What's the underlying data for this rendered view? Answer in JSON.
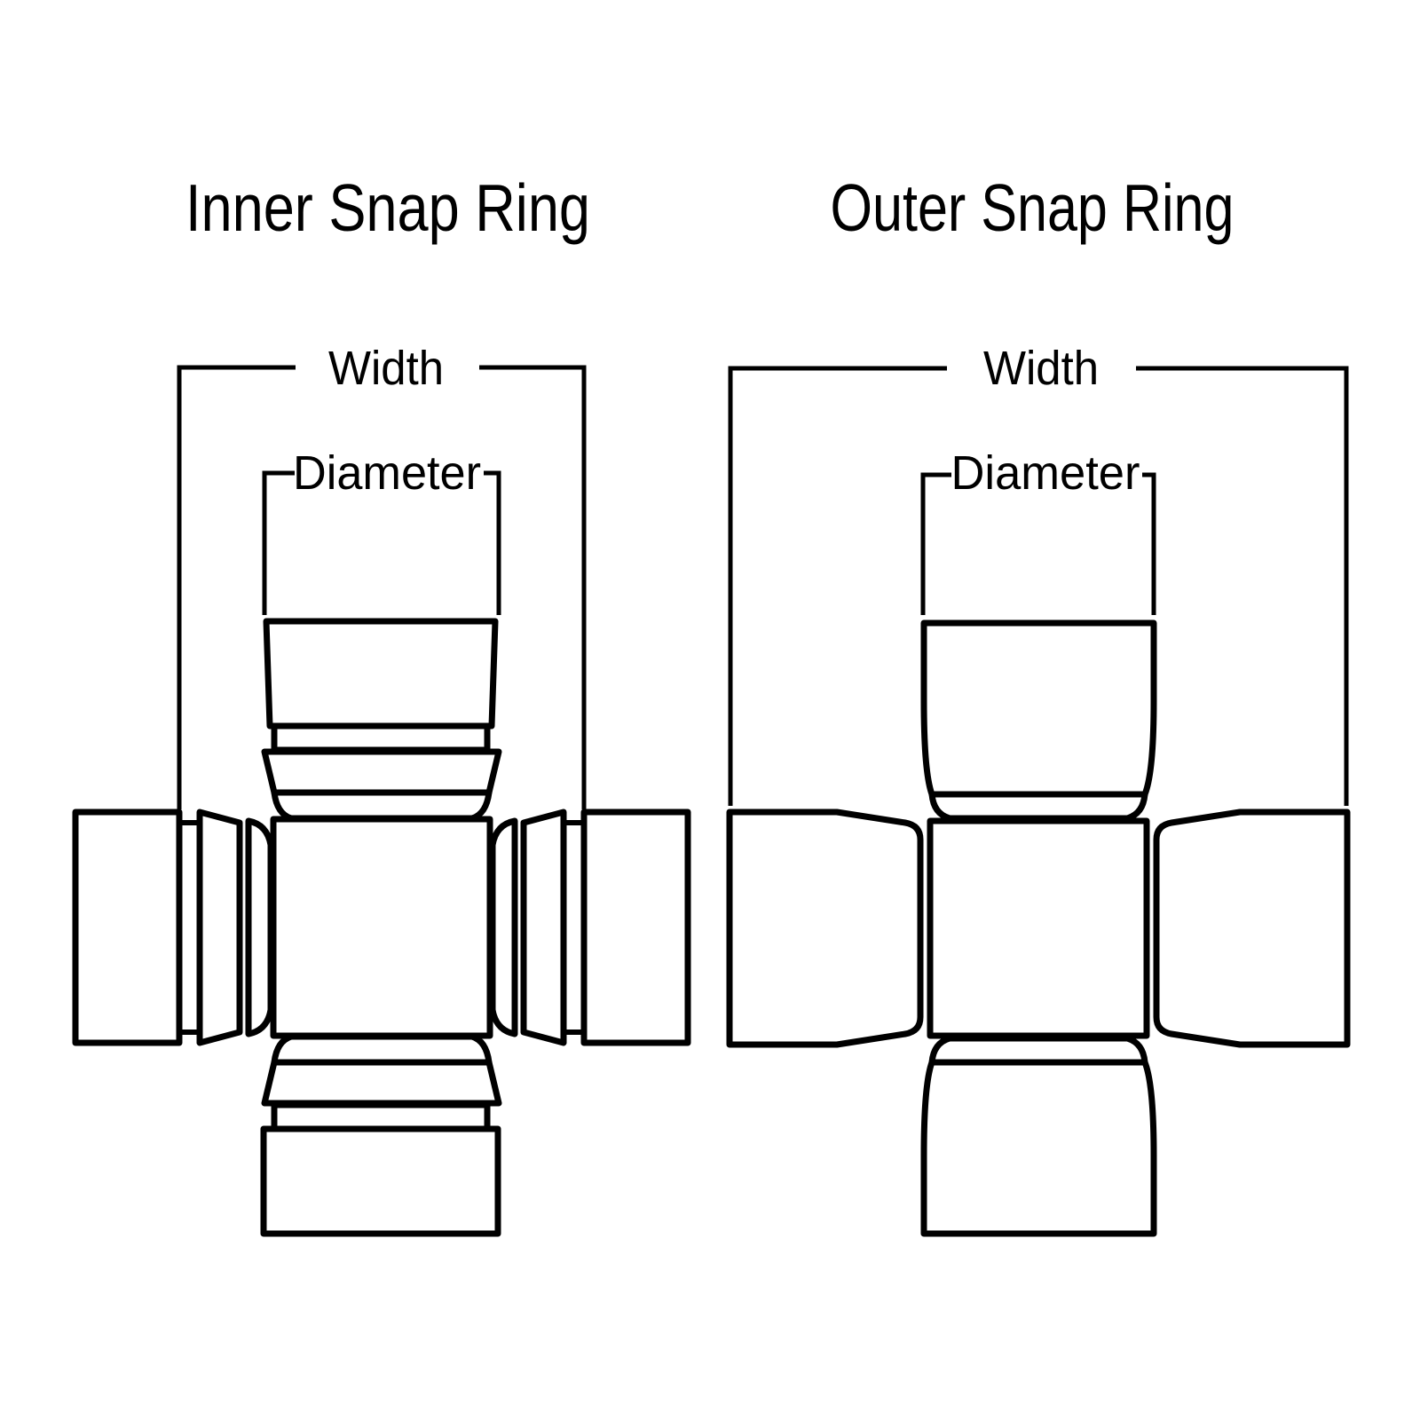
{
  "page": {
    "background_color": "#ffffff",
    "line_color": "#000000"
  },
  "diagrams": {
    "inner": {
      "title": "Inner Snap Ring",
      "labels": {
        "width": "Width",
        "diameter": "Diameter"
      }
    },
    "outer": {
      "title": "Outer Snap Ring",
      "labels": {
        "width": "Width",
        "diameter": "Diameter"
      }
    }
  }
}
